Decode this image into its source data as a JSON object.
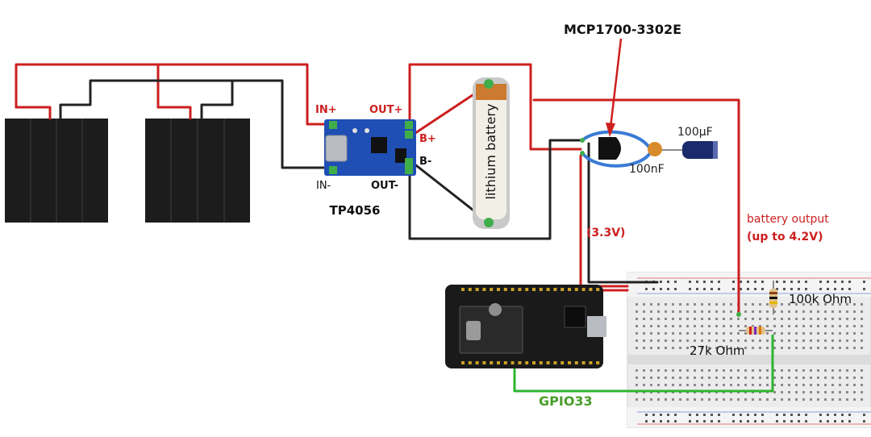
{
  "labels": {
    "regulator": "MCP1700-3302E",
    "in_plus": "IN+",
    "out_plus": "OUT+",
    "in_minus": "IN-",
    "out_minus": "OUT-",
    "b_plus": "B+",
    "b_minus": "B-",
    "charger": "TP4056",
    "battery": "lithium battery",
    "cap_electrolytic": "100µF",
    "cap_ceramic": "100nF",
    "voltage_3v3": "(3.3V)",
    "battery_output_1": "battery output",
    "battery_output_2": "(up to 4.2V)",
    "resistor_top": "100k Ohm",
    "resistor_bottom": "27k Ohm",
    "gpio": "GPIO33"
  },
  "colors": {
    "wire_positive": "#cc1f1f",
    "wire_ground": "#222222",
    "wire_signal": "#2db52d",
    "label_red": "#cc1f1f",
    "label_green": "#4a9e2a",
    "charger_board": "#1f4fb5",
    "esp_board": "#1a1a1a",
    "solar_panel": "#1c1c1c"
  }
}
